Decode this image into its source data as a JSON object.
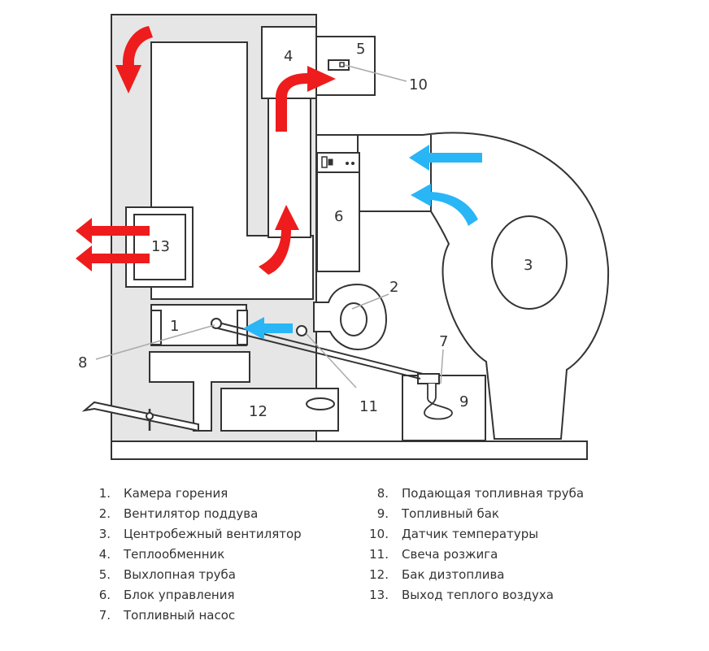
{
  "diagram": {
    "labels": [
      "1",
      "2",
      "3",
      "4",
      "5",
      "6",
      "7",
      "8",
      "9",
      "10",
      "11",
      "12",
      "13"
    ]
  },
  "legend": {
    "left": [
      {
        "num": "1.",
        "text": "Камера горения"
      },
      {
        "num": "2.",
        "text": "Вентилятор поддува"
      },
      {
        "num": "3.",
        "text": "Центробежный вентилятор"
      },
      {
        "num": "4.",
        "text": "Теплообменник"
      },
      {
        "num": "5.",
        "text": "Выхлопная труба"
      },
      {
        "num": "6.",
        "text": "Блок управления"
      },
      {
        "num": "7.",
        "text": "Топливный насос"
      }
    ],
    "right": [
      {
        "num": "8.",
        "text": "Подающая топливная труба"
      },
      {
        "num": "9.",
        "text": "Топливный бак"
      },
      {
        "num": "10.",
        "text": "Датчик температуры"
      },
      {
        "num": "11.",
        "text": "Свеча розжига"
      },
      {
        "num": "12.",
        "text": "Бак дизтоплива"
      },
      {
        "num": "13.",
        "text": "Выход теплого воздуха"
      }
    ]
  },
  "colors": {
    "hot_arrow": "#ee1c1c",
    "cold_arrow": "#29b6f6",
    "body_fill": "#e6e6e6",
    "stroke": "#333333"
  }
}
